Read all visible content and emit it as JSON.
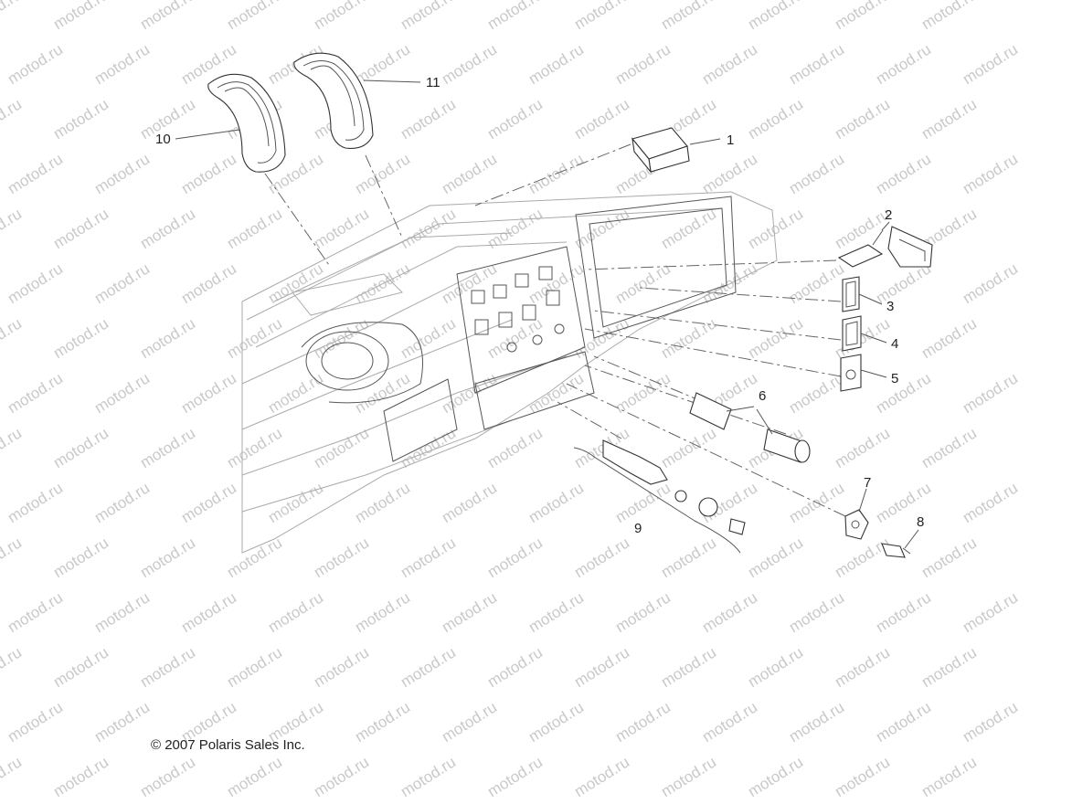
{
  "watermark": "motod.ru",
  "copyright": "© 2007 Polaris Sales Inc.",
  "callouts": [
    {
      "id": "1",
      "label": "1"
    },
    {
      "id": "2",
      "label": "2"
    },
    {
      "id": "3",
      "label": "3"
    },
    {
      "id": "4",
      "label": "4"
    },
    {
      "id": "5",
      "label": "5"
    },
    {
      "id": "6",
      "label": "6"
    },
    {
      "id": "7",
      "label": "7"
    },
    {
      "id": "8",
      "label": "8"
    },
    {
      "id": "9",
      "label": "9"
    },
    {
      "id": "10",
      "label": "10"
    },
    {
      "id": "11",
      "label": "11"
    }
  ]
}
